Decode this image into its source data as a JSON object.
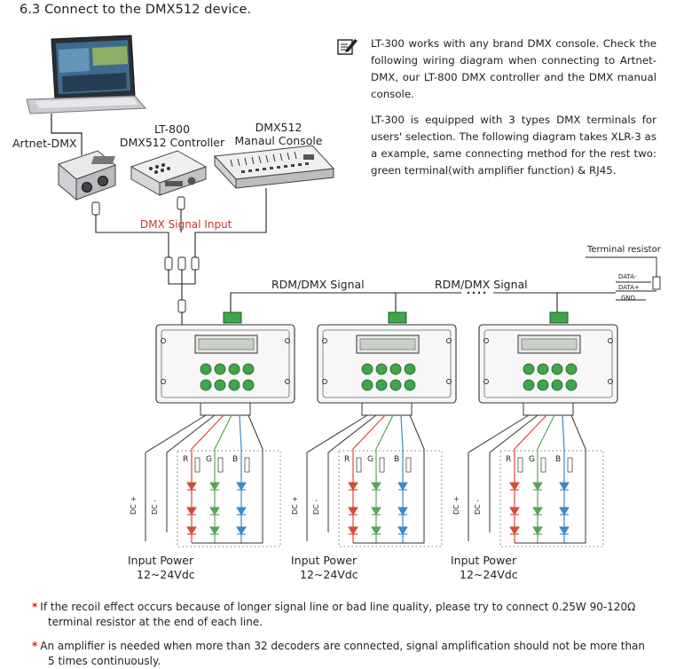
{
  "heading": "6.3 Connect to the DMX512 device.",
  "paragraphs": [
    "LT-300 works with any brand DMX console. Check the following wiring diagram when connecting to Artnet-DMX, our LT-800 DMX controller and the DMX manual console.",
    "LT-300 is equipped with 3 types DMX terminals for users' selection. The following diagram takes XLR-3 as a example, same connecting method for the rest two: green terminal(with amplifier function) & RJ45."
  ],
  "devices": {
    "artnet": "Artnet-DMX",
    "lt800_line1": "LT-800",
    "lt800_line2": "DMX512 Controller",
    "manual_line1": "DMX512",
    "manual_line2": "Manaul Console"
  },
  "signals": {
    "dmx_input": "DMX Signal Input",
    "rdm_1": "RDM/DMX Signal",
    "rdm_2": "RDM/DMX Signal"
  },
  "terminal": {
    "title": "Terminal resistor",
    "data_minus": "DATA-",
    "data_plus": "DATA+",
    "gnd": "GND"
  },
  "decoders": [
    {
      "power_line1": "Input Power",
      "power_line2": "12~24Vdc"
    },
    {
      "power_line1": "Input Power",
      "power_line2": "12~24Vdc"
    },
    {
      "power_line1": "Input Power",
      "power_line2": "12~24Vdc"
    }
  ],
  "lanes": {
    "dc_plus": "DC +",
    "dc_minus": "DC -",
    "r": "R",
    "g": "G",
    "b": "B"
  },
  "notes": [
    {
      "line1": "If the recoil effect occurs because of longer signal line or bad line quality, please try to connect 0.25W 90-120Ω",
      "line2": "terminal resistor at the end of each line."
    },
    {
      "line1": "An amplifier is needed when more than 32 decoders are connected, signal amplification should not be more than",
      "line2": "5 times continuously."
    }
  ],
  "colors": {
    "red_wire": "#d84a3a",
    "green_wire": "#5aa45a",
    "blue_wire": "#3a8ac8",
    "accent_star": "#d62828",
    "device_green": "#3fa64a"
  }
}
